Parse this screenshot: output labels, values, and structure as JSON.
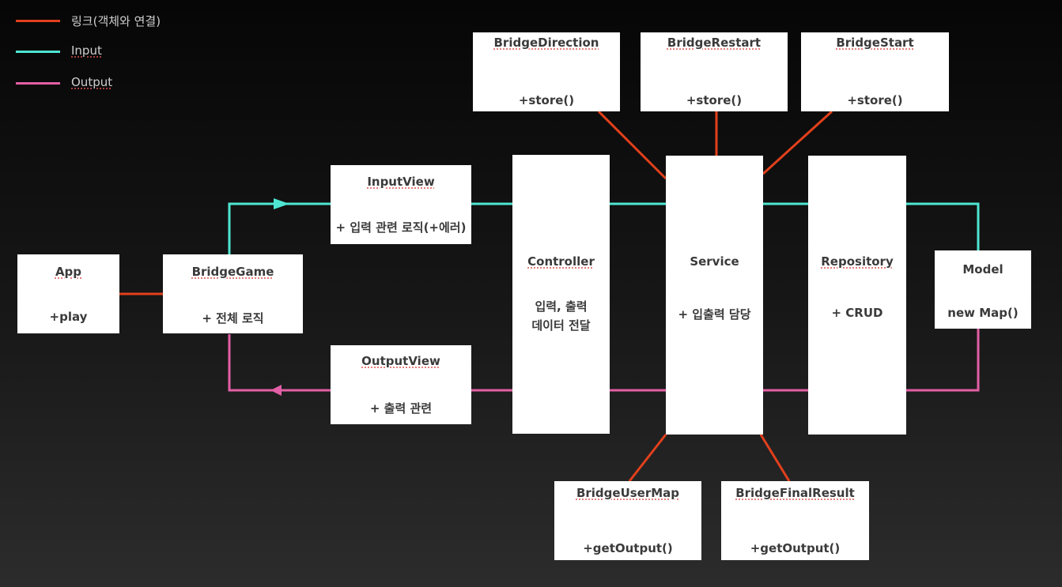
{
  "legend": [
    {
      "label": "링크(객체와 연결)",
      "color": "#e2401c"
    },
    {
      "label": "Input",
      "color": "#4ee6d2"
    },
    {
      "label": "Output",
      "color": "#e35fa6"
    }
  ],
  "colors": {
    "link": "#e2401c",
    "input": "#4ee6d2",
    "output": "#e35fa6"
  },
  "boxes": {
    "app": {
      "title": "App",
      "sub": "+play"
    },
    "bridge_game": {
      "title": "BridgeGame",
      "sub": "+ 전체 로직"
    },
    "input_view": {
      "title": "InputView",
      "sub": "+ 입력 관련 로직(+에러)"
    },
    "output_view": {
      "title": "OutputView",
      "sub": "+ 출력 관련"
    },
    "controller": {
      "title": "Controller",
      "sub": "입력, 출력\n데이터 전달"
    },
    "service": {
      "title": "Service",
      "sub": "+ 입출력 담당"
    },
    "repository": {
      "title": "Repository",
      "sub": "+ CRUD"
    },
    "model": {
      "title": "Model",
      "sub": "new Map()"
    },
    "bridge_direction": {
      "title": "BridgeDirection",
      "sub": "+store()"
    },
    "bridge_restart": {
      "title": "BridgeRestart",
      "sub": "+store()"
    },
    "bridge_start": {
      "title": "BridgeStart",
      "sub": "+store()"
    },
    "bridge_user_map": {
      "title": "BridgeUserMap",
      "sub": "+getOutput()"
    },
    "bridge_final_result": {
      "title": "BridgeFinalResult",
      "sub": "+getOutput()"
    }
  }
}
